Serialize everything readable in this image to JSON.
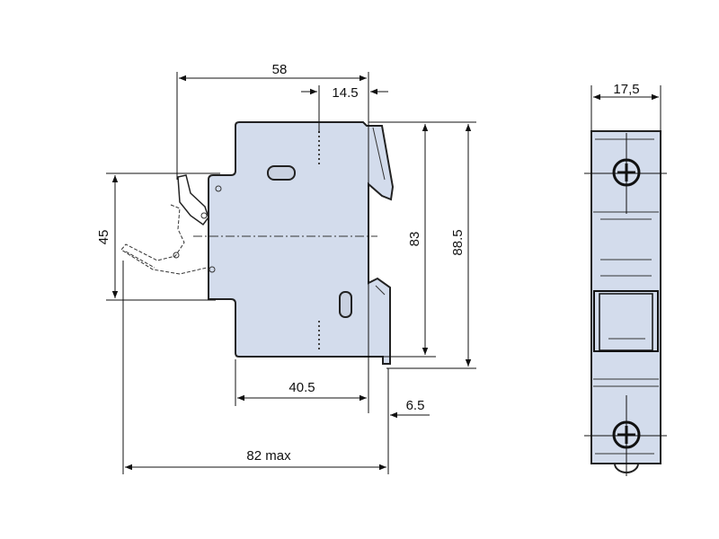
{
  "side_view": {
    "dimensions": {
      "overall_width": "58",
      "din_offset": "14.5",
      "height_inner": "83",
      "height_overall": "88.5",
      "front_height": "45",
      "depth_to_rail": "40.5",
      "rail_offset": "6.5",
      "total_depth": "82 max"
    }
  },
  "front_view": {
    "dimensions": {
      "width": "17,5"
    }
  },
  "colors": {
    "body_fill": "#d3dcec",
    "line": "#111111"
  }
}
